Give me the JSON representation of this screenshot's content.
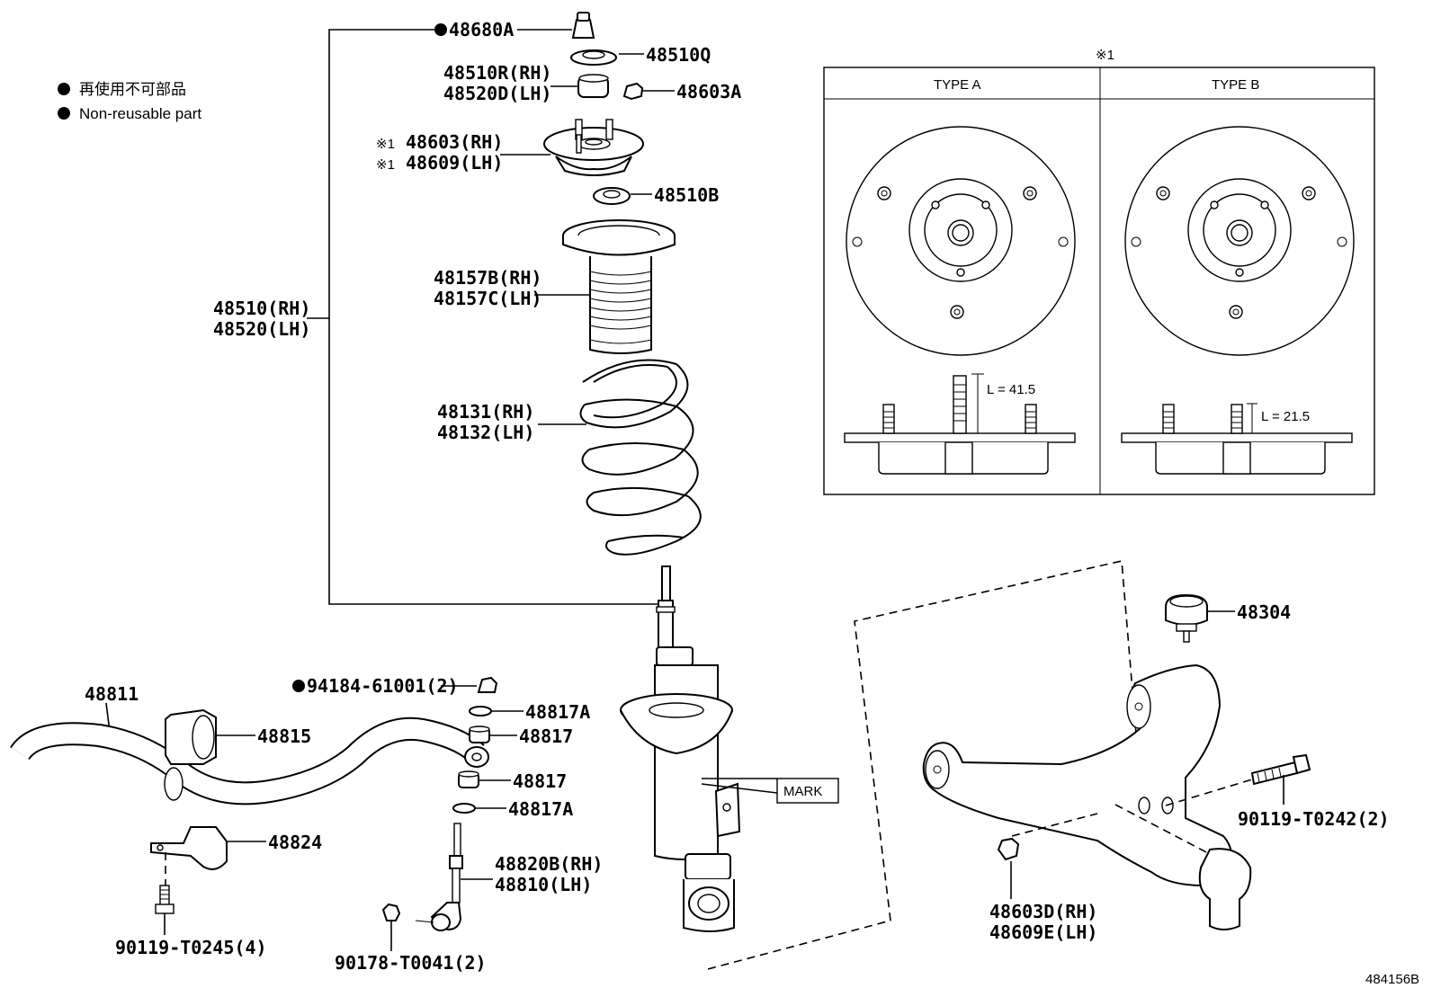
{
  "legend": {
    "jp": "再使用不可部品",
    "en": "Non-reusable part"
  },
  "diagram_code": "484156B",
  "inset": {
    "marker": "※1",
    "type_a": "TYPE A",
    "type_b": "TYPE B",
    "length_a": "L = 41.5",
    "length_b": "L = 21.5"
  },
  "mark_label": "MARK",
  "parts": {
    "p48680A": "48680A",
    "p48510Q": "48510Q",
    "p48510R": "48510R(RH)",
    "p48520D": "48520D(LH)",
    "p48603A": "48603A",
    "p48603": "48603(RH)",
    "p48609": "48609(LH)",
    "p48510B": "48510B",
    "p48157B": "48157B(RH)",
    "p48157C": "48157C(LH)",
    "p48510": "48510(RH)",
    "p48520": "48520(LH)",
    "p48131": "48131(RH)",
    "p48132": "48132(LH)",
    "p48304": "48304",
    "p94184": "94184-61001(2)",
    "p48811": "48811",
    "p48815": "48815",
    "p48817A_1": "48817A",
    "p48817_1": "48817",
    "p48817_2": "48817",
    "p48817A_2": "48817A",
    "p48824": "48824",
    "p48820B": "48820B(RH)",
    "p48810": "48810(LH)",
    "p90119_T0245": "90119-T0245(4)",
    "p90178": "90178-T0041(2)",
    "p90119_T0242": "90119-T0242(2)",
    "p48603D": "48603D(RH)",
    "p48609E": "48609E(LH)"
  },
  "icons": {
    "non_reusable": "filled-circle-icon",
    "note": "reference-mark-icon"
  }
}
